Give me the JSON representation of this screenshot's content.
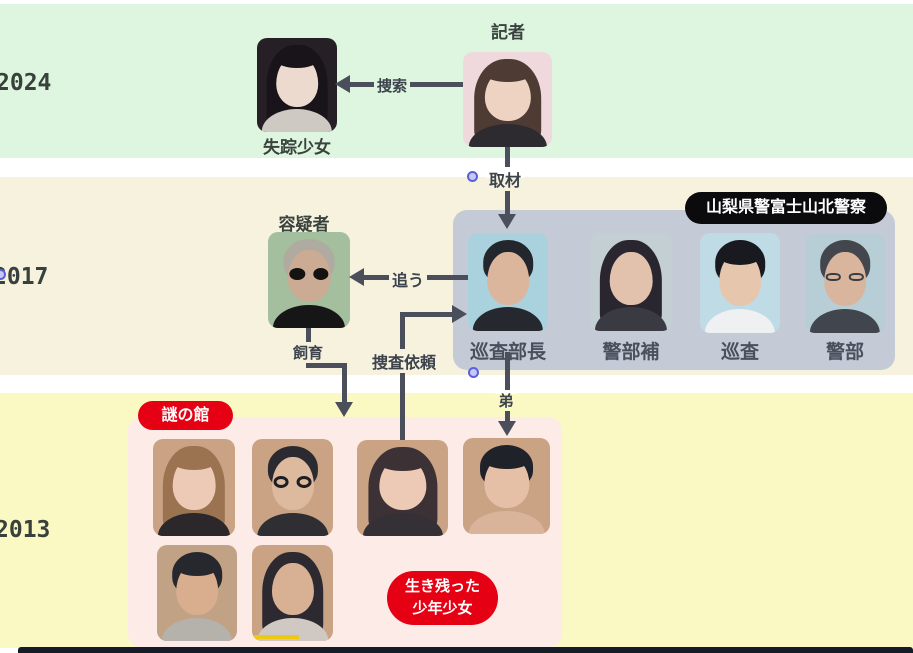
{
  "years": [
    {
      "label": "2024"
    },
    {
      "label": "2017"
    },
    {
      "label": "2013"
    }
  ],
  "groups": {
    "police": {
      "badge": "山梨県警富士山北警察"
    },
    "mansion": {
      "badge": "謎の館"
    },
    "survivors": {
      "badge_lines": [
        "生き残った",
        "少年少女"
      ]
    }
  },
  "people": [
    {
      "id": "reporter",
      "label": "記者",
      "avatar": {
        "bg": "#efd9dc",
        "hair": "#4e3b34",
        "hair_style": "long",
        "fringe": true,
        "skin": "#eed2c2",
        "clothes": "#2e2b30",
        "glasses": "none"
      }
    },
    {
      "id": "missing-girl",
      "label": "失踪少女",
      "avatar": {
        "bg": "#262026",
        "hair": "#18141a",
        "hair_style": "long",
        "fringe": true,
        "skin": "#ecdacf",
        "clothes": "#cfc9c4",
        "glasses": "none"
      }
    },
    {
      "id": "suspect",
      "label": "容疑者",
      "avatar": {
        "bg": "#a3bf9e",
        "hair": "#b0aba1",
        "hair_style": "short",
        "fringe": false,
        "skin": "#cbab93",
        "clothes": "#161616",
        "glasses": "dark"
      }
    },
    {
      "id": "sergeant",
      "label": "巡査部長",
      "avatar": {
        "bg": "#a9d2de",
        "hair": "#23272d",
        "hair_style": "short",
        "fringe": false,
        "skin": "#dcb69c",
        "clothes": "#25282e",
        "glasses": "none"
      }
    },
    {
      "id": "lieutenant",
      "label": "警部補",
      "avatar": {
        "bg": "#c3cfd3",
        "hair": "#2a2630",
        "hair_style": "long",
        "fringe": false,
        "skin": "#e2c1ad",
        "clothes": "#3a3a42",
        "glasses": "none"
      }
    },
    {
      "id": "constable",
      "label": "巡査",
      "avatar": {
        "bg": "#bedbe6",
        "hair": "#181a20",
        "hair_style": "short",
        "fringe": true,
        "skin": "#e7c6ae",
        "clothes": "#eef0f2",
        "glasses": "none"
      }
    },
    {
      "id": "inspector",
      "label": "警部",
      "avatar": {
        "bg": "#b7ced6",
        "hair": "#43464c",
        "hair_style": "short",
        "fringe": false,
        "skin": "#d9b59d",
        "clothes": "#41454e",
        "glasses": "thin"
      }
    },
    {
      "id": "survivor-1",
      "label": "",
      "avatar": {
        "bg": "#caa385",
        "hair": "#9b7351",
        "hair_style": "long",
        "fringe": true,
        "skin": "#eccab5",
        "clothes": "#2b272b",
        "glasses": "none"
      }
    },
    {
      "id": "survivor-2",
      "label": "",
      "avatar": {
        "bg": "#caa385",
        "hair": "#2b2a31",
        "hair_style": "short",
        "fringe": false,
        "skin": "#ddb99e",
        "clothes": "#2e2e33",
        "glasses": "round"
      }
    },
    {
      "id": "survivor-3",
      "label": "",
      "avatar": {
        "bg": "#caa385",
        "hair": "#3c3236",
        "hair_style": "long",
        "fringe": true,
        "skin": "#edcab6",
        "clothes": "#353036",
        "glasses": "none"
      }
    },
    {
      "id": "survivor-4",
      "label": "",
      "avatar": {
        "bg": "#caa385",
        "hair": "#20222a",
        "hair_style": "short",
        "fringe": true,
        "skin": "#e5c0a6",
        "clothes": "#d9b49b",
        "glasses": "none"
      }
    },
    {
      "id": "survivor-5",
      "label": "",
      "avatar": {
        "bg": "#c2a284",
        "hair": "#26282e",
        "hair_style": "short",
        "fringe": true,
        "skin": "#d9ae8e",
        "clothes": "#b5b1ab",
        "glasses": "none"
      }
    },
    {
      "id": "survivor-6",
      "label": "",
      "avatar": {
        "bg": "#caa385",
        "hair": "#2c2a30",
        "hair_style": "long",
        "fringe": false,
        "skin": "#d8b195",
        "clothes": "#d0c9c3",
        "glasses": "none",
        "accent": "#eec90f"
      }
    }
  ],
  "edges": [
    {
      "id": "search",
      "label": "捜索"
    },
    {
      "id": "coverage",
      "label": "取材"
    },
    {
      "id": "chase",
      "label": "追う"
    },
    {
      "id": "keeping",
      "label": "飼育"
    },
    {
      "id": "request",
      "label": "捜査依頼"
    },
    {
      "id": "brother",
      "label": "弟"
    }
  ],
  "colors": {
    "band_2024": "#def6e0",
    "band_2017": "#f6f2dd",
    "band_2013": "#fbf9c3",
    "police_box": "#c5cad7",
    "mansion_box": "#fcebe7",
    "badge_red": "#e60013",
    "badge_black": "#0b0b0d",
    "line": "#4a4f5b",
    "marker_fill": "#c6c8f8",
    "marker_border": "#5b60da",
    "highlight_gold": "#eec90f",
    "bottom_bar": "#151c28"
  }
}
